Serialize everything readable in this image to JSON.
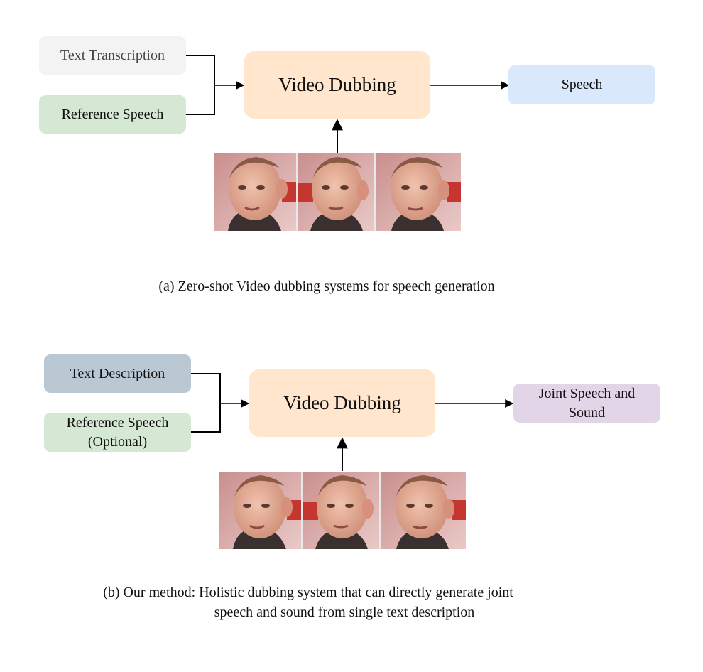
{
  "diagram_a": {
    "input_top": "Text Transcription",
    "input_bottom": "Reference Speech",
    "center": "Video Dubbing",
    "output": "Speech",
    "caption": "(a)  Zero-shot Video dubbing systems for speech generation"
  },
  "diagram_b": {
    "input_top": "Text Description",
    "input_bottom_line1": "Reference Speech",
    "input_bottom_line2": "(Optional)",
    "center": "Video Dubbing",
    "output_line1": "Joint Speech and",
    "output_line2": "Sound",
    "caption_line1": "(b)  Our method: Holistic dubbing system that can directly generate joint",
    "caption_line2": "speech and sound from single text description"
  },
  "colors": {
    "grey": "#f3f3f3",
    "green": "#d5e8d4",
    "orange": "#ffe6cc",
    "blue": "#dae8fc",
    "slate": "#bac8d3",
    "purple": "#e1d5e7"
  }
}
